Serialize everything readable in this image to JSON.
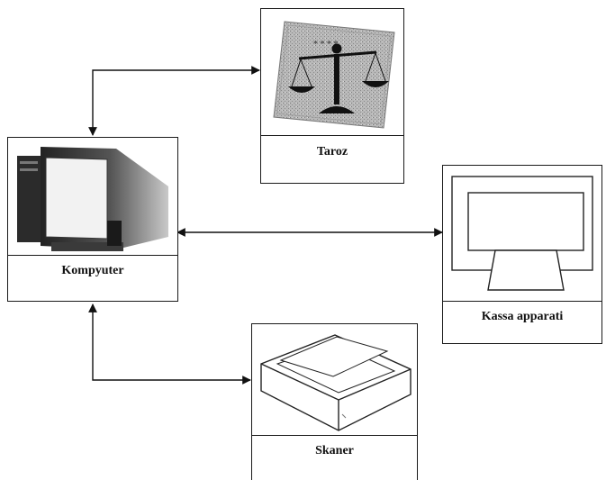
{
  "diagram": {
    "nodes": {
      "computer": {
        "label": "Kompyuter"
      },
      "scale": {
        "label": "Taroz"
      },
      "cash_register": {
        "label": "Kassa apparati"
      },
      "scanner": {
        "label": "Skaner"
      }
    },
    "connections": [
      {
        "from": "computer",
        "to": "scale",
        "bidirectional": true
      },
      {
        "from": "computer",
        "to": "cash_register",
        "bidirectional": true
      },
      {
        "from": "computer",
        "to": "scanner",
        "bidirectional": true
      }
    ]
  }
}
